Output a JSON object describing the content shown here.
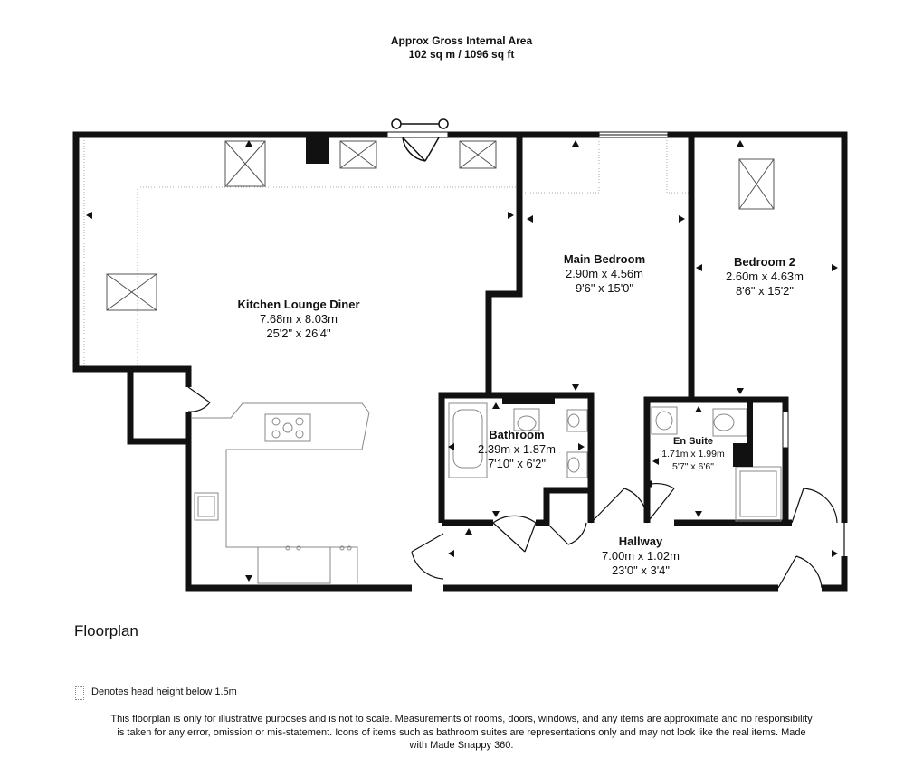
{
  "header": {
    "title": "Approx Gross Internal Area",
    "area": "102 sq m / 1096 sq ft"
  },
  "rooms": {
    "kitchen": {
      "name": "Kitchen Lounge Diner",
      "metric": "7.68m x 8.03m",
      "imperial": "25'2\" x 26'4\""
    },
    "main_bedroom": {
      "name": "Main Bedroom",
      "metric": "2.90m x 4.56m",
      "imperial": "9'6\" x 15'0\""
    },
    "bedroom2": {
      "name": "Bedroom 2",
      "metric": "2.60m x 4.63m",
      "imperial": "8'6\" x 15'2\""
    },
    "bathroom": {
      "name": "Bathroom",
      "metric": "2.39m x 1.87m",
      "imperial": "7'10\" x 6'2\""
    },
    "ensuite": {
      "name": "En Suite",
      "metric": "1.71m x 1.99m",
      "imperial": "5'7\" x 6'6\""
    },
    "hallway": {
      "name": "Hallway",
      "metric": "7.00m x 1.02m",
      "imperial": "23'0\" x 3'4\""
    }
  },
  "floor_label": "Floorplan",
  "legend": "Denotes head height below 1.5m",
  "disclaimer": "This floorplan is only for illustrative purposes and is not to scale. Measurements of rooms, doors, windows, and any items are approximate and no responsibility is taken for any error, omission or mis-statement. Icons of items such as bathroom suites are representations only and may not look like the real items. Made with Made Snappy 360.",
  "colors": {
    "wall": "#111111",
    "fixture": "#888888",
    "dotted": "#aaaaaa"
  }
}
